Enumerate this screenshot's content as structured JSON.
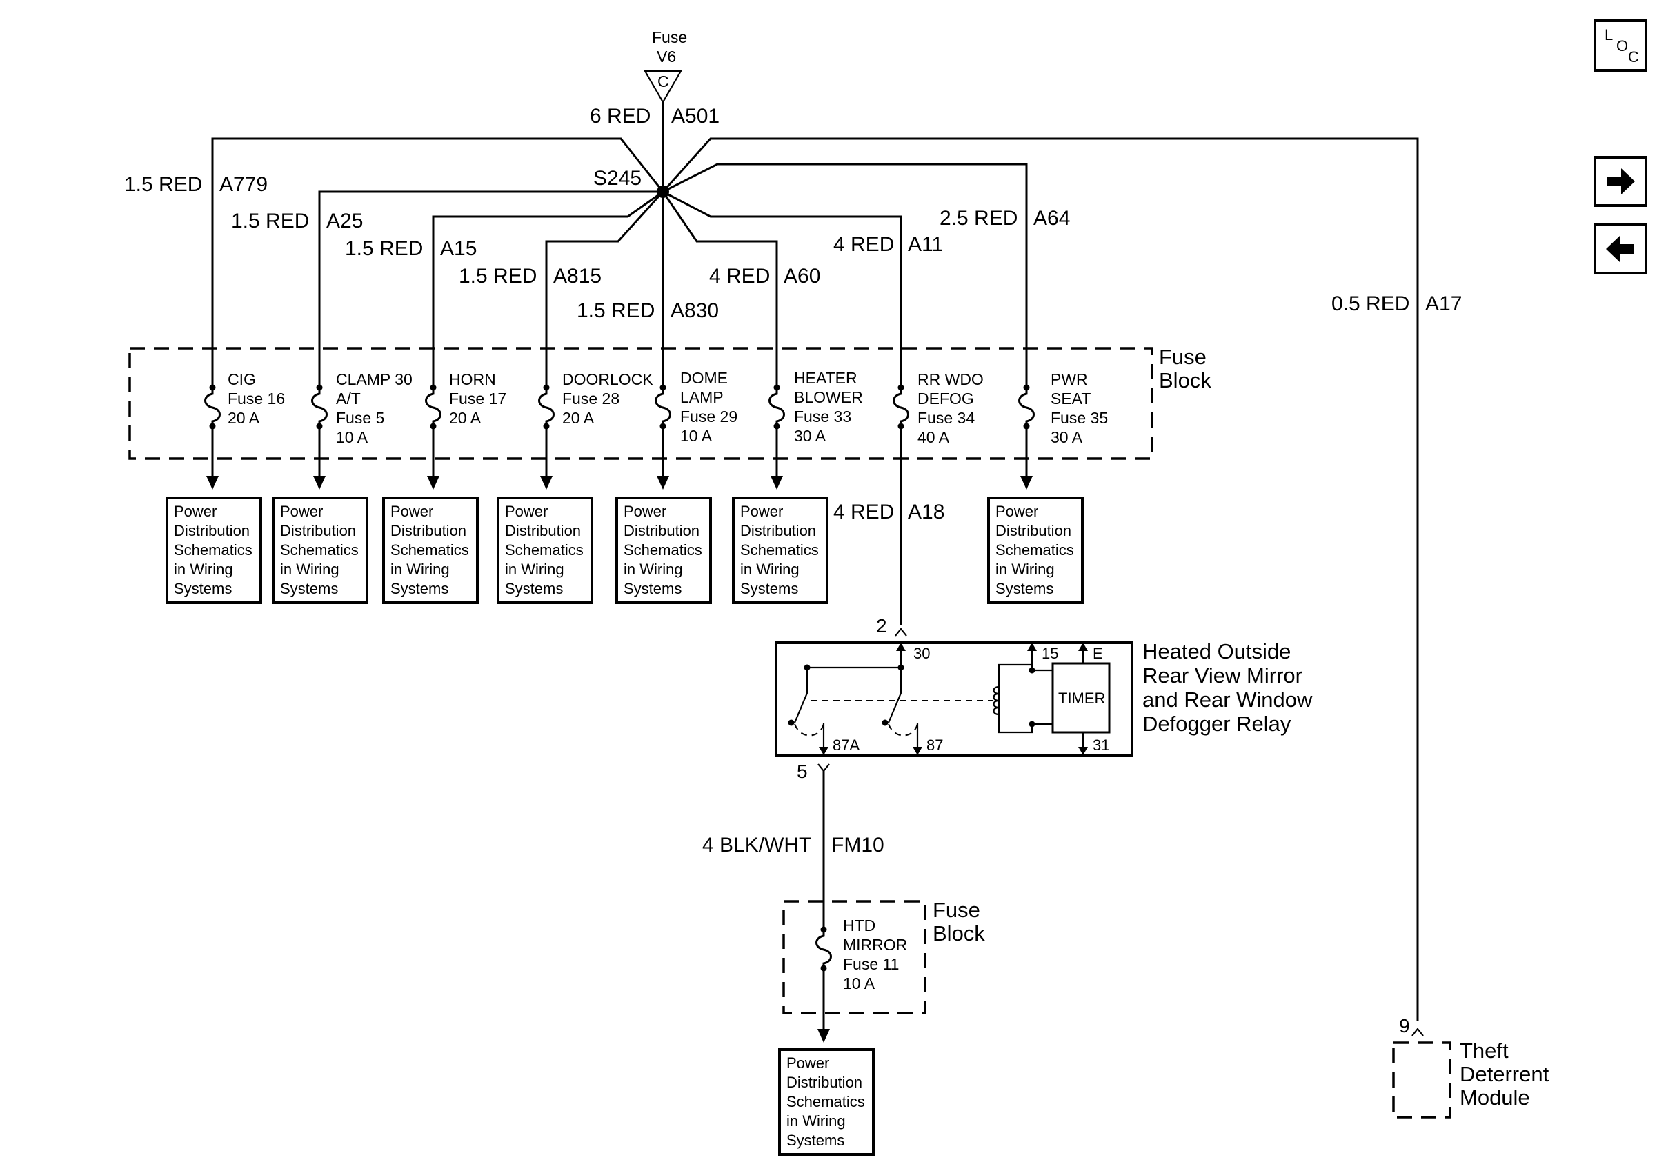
{
  "top_fuse": {
    "line1": "Fuse",
    "line2": "V6",
    "connector": "C"
  },
  "splice": "S245",
  "main_feed": {
    "size_color": "6 RED",
    "circuit": "A501"
  },
  "branches": [
    {
      "id": "cig",
      "size_color": "1.5 RED",
      "circuit": "A779",
      "fuse": [
        "CIG",
        "Fuse 16",
        "20 A"
      ]
    },
    {
      "id": "clamp30",
      "size_color": "1.5 RED",
      "circuit": "A25",
      "fuse": [
        "CLAMP 30",
        "A/T",
        "Fuse 5",
        "10 A"
      ]
    },
    {
      "id": "horn",
      "size_color": "1.5 RED",
      "circuit": "A15",
      "fuse": [
        "HORN",
        "Fuse 17",
        "20 A"
      ]
    },
    {
      "id": "doorlock",
      "size_color": "1.5 RED",
      "circuit": "A815",
      "fuse": [
        "DOORLOCK",
        "Fuse 28",
        "20 A"
      ]
    },
    {
      "id": "dome",
      "size_color": "1.5 RED",
      "circuit": "A830",
      "fuse": [
        "DOME",
        "LAMP",
        "Fuse 29",
        "10 A"
      ]
    },
    {
      "id": "heater",
      "size_color": "4 RED",
      "circuit": "A60",
      "fuse": [
        "HEATER",
        "BLOWER",
        "Fuse 33",
        "30 A"
      ]
    },
    {
      "id": "rrwdo",
      "size_color": "4 RED",
      "circuit": "A11",
      "fuse": [
        "RR WDO",
        "DEFOG",
        "Fuse 34",
        "40 A"
      ]
    },
    {
      "id": "pwrseat",
      "size_color": "2.5 RED",
      "circuit": "A64",
      "fuse": [
        "PWR",
        "SEAT",
        "Fuse 35",
        "30 A"
      ]
    }
  ],
  "theft_feed": {
    "size_color": "0.5 RED",
    "circuit": "A17"
  },
  "fuse_block_label": [
    "Fuse",
    "Block"
  ],
  "power_dist_box": [
    "Power",
    "Distribution",
    "Schematics",
    "in Wiring",
    "Systems"
  ],
  "relay_feed": {
    "size_color": "4 RED",
    "circuit": "A18"
  },
  "relay": {
    "pin_in": "2",
    "pin_out": "5",
    "title": [
      "Heated Outside",
      "Rear View Mirror",
      "and Rear Window",
      "Defogger Relay"
    ],
    "timer": "TIMER",
    "terminals": {
      "t30": "30",
      "t15": "15",
      "tE": "E",
      "t87A": "87A",
      "t87": "87",
      "t31": "31"
    }
  },
  "mirror_feed": {
    "size_color": "4 BLK/WHT",
    "circuit": "FM10"
  },
  "mirror_fuse": [
    "HTD",
    "MIRROR",
    "Fuse 11",
    "10 A"
  ],
  "theft_module": {
    "pin": "9",
    "label": [
      "Theft",
      "Deterrent",
      "Module"
    ]
  },
  "nav": {
    "loc_icon": "LOC",
    "next_icon": "arrow-right",
    "prev_icon": "arrow-left"
  }
}
